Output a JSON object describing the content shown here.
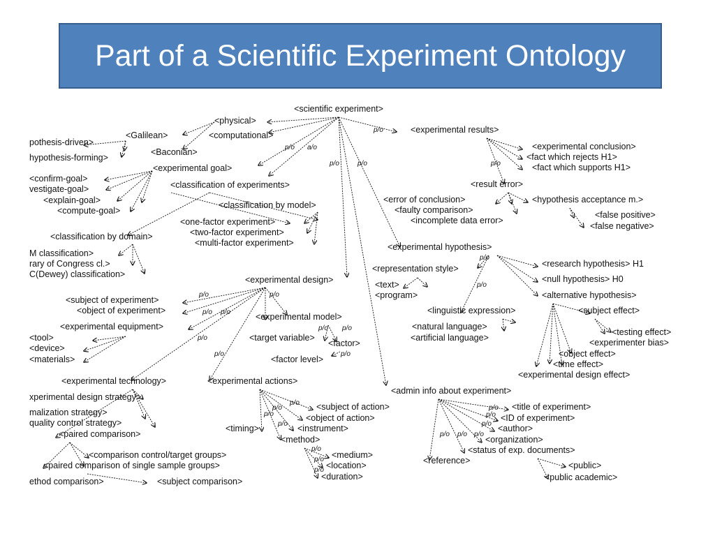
{
  "title": "Part of a Scientific Experiment Ontology",
  "nodes": [
    {
      "id": "root",
      "label": "<scientific experiment>"
    },
    {
      "id": "physical",
      "label": "<physical>"
    },
    {
      "id": "computational",
      "label": "<computational>"
    },
    {
      "id": "galilean",
      "label": "<Galilean>"
    },
    {
      "id": "baconian",
      "label": "<Baconian>"
    },
    {
      "id": "hyp_driven",
      "label": "pothesis-driven>"
    },
    {
      "id": "hyp_forming",
      "label": "hypothesis-forming>"
    },
    {
      "id": "exp_goal",
      "label": "<experimental goal>"
    },
    {
      "id": "confirm",
      "label": "<confirm-goal>"
    },
    {
      "id": "investigate",
      "label": "vestigate-goal>"
    },
    {
      "id": "explain",
      "label": "<explain-goal>"
    },
    {
      "id": "compute",
      "label": "<compute-goal>"
    },
    {
      "id": "classif",
      "label": "<classification of experiments>"
    },
    {
      "id": "by_model",
      "label": "<classification by model>"
    },
    {
      "id": "one_factor",
      "label": "<one-factor experiment>"
    },
    {
      "id": "two_factor",
      "label": "<two-factor experiment>"
    },
    {
      "id": "multi_factor",
      "label": "<multi-factor experiment>"
    },
    {
      "id": "by_domain",
      "label": "<classification by domain>"
    },
    {
      "id": "m_class",
      "label": "M classification>"
    },
    {
      "id": "loc_class",
      "label": "rary of Congress cl.>"
    },
    {
      "id": "dewey",
      "label": "C(Dewey) classification>"
    },
    {
      "id": "exp_results",
      "label": "<experimental results>"
    },
    {
      "id": "exp_conclusion",
      "label": "<experimental conclusion>"
    },
    {
      "id": "rejects",
      "label": "<fact which rejects H1>"
    },
    {
      "id": "supports",
      "label": "<fact which supports H1>"
    },
    {
      "id": "result_error",
      "label": "<result error>"
    },
    {
      "id": "err_conclusion",
      "label": "<error of conclusion>"
    },
    {
      "id": "faulty",
      "label": "<faulty comparison>"
    },
    {
      "id": "incomplete",
      "label": "<incomplete data error>"
    },
    {
      "id": "hyp_accept",
      "label": "<hypothesis acceptance m.>"
    },
    {
      "id": "false_pos",
      "label": "<false positive>"
    },
    {
      "id": "false_neg",
      "label": "<false negative>"
    },
    {
      "id": "exp_hypothesis",
      "label": "<experimental hypothesis>"
    },
    {
      "id": "repr_style",
      "label": "<representation style>"
    },
    {
      "id": "text",
      "label": "<text>"
    },
    {
      "id": "program",
      "label": "<program>"
    },
    {
      "id": "research_hyp",
      "label": "<research hypothesis> H1"
    },
    {
      "id": "null_hyp",
      "label": "<null hypothesis> H0"
    },
    {
      "id": "alt_hyp",
      "label": "<alternative hypothesis>"
    },
    {
      "id": "ling_expr",
      "label": "<linguistic expression>"
    },
    {
      "id": "nat_lang",
      "label": "<natural language>"
    },
    {
      "id": "art_lang",
      "label": "<artificial language>"
    },
    {
      "id": "subject_effect",
      "label": "<subject effect>"
    },
    {
      "id": "testing_effect",
      "label": "<testing effect>"
    },
    {
      "id": "exp_bias",
      "label": "<experimenter bias>"
    },
    {
      "id": "object_effect",
      "label": "<object effect>"
    },
    {
      "id": "time_effect",
      "label": "<time effect>"
    },
    {
      "id": "design_effect",
      "label": "<experimental design effect>"
    },
    {
      "id": "exp_design",
      "label": "<experimental design>"
    },
    {
      "id": "subj_exp",
      "label": "<subject of experiment>"
    },
    {
      "id": "obj_exp",
      "label": "<object of experiment>"
    },
    {
      "id": "exp_equipment",
      "label": "<experimental equipment>"
    },
    {
      "id": "tool",
      "label": "<tool>"
    },
    {
      "id": "device",
      "label": "<device>"
    },
    {
      "id": "materials",
      "label": "<materials>"
    },
    {
      "id": "exp_model",
      "label": "<experimental model>"
    },
    {
      "id": "target_var",
      "label": "<target variable>"
    },
    {
      "id": "factor",
      "label": "<factor>"
    },
    {
      "id": "factor_level",
      "label": "<factor level>"
    },
    {
      "id": "exp_tech",
      "label": "<experimental technology>"
    },
    {
      "id": "exp_actions",
      "label": "<experimental actions>"
    },
    {
      "id": "design_strategy",
      "label": "xperimental design strategy>"
    },
    {
      "id": "normalization",
      "label": "malization strategy>"
    },
    {
      "id": "quality_control",
      "label": "quality control strategy>"
    },
    {
      "id": "paired_comp",
      "label": "<paired comparison>"
    },
    {
      "id": "comp_control",
      "label": "<comparison control/target groups>"
    },
    {
      "id": "paired_single",
      "label": "<paired comparison of single sample groups>"
    },
    {
      "id": "method_comp",
      "label": "ethod comparison>"
    },
    {
      "id": "subject_comp",
      "label": "<subject comparison>"
    },
    {
      "id": "subj_action",
      "label": "<subject of action>"
    },
    {
      "id": "obj_action",
      "label": "<object of  action>"
    },
    {
      "id": "instrument",
      "label": "<instrument>"
    },
    {
      "id": "timing",
      "label": "<timing>"
    },
    {
      "id": "method",
      "label": "<method>"
    },
    {
      "id": "medium",
      "label": "<medium>"
    },
    {
      "id": "location",
      "label": "<location>"
    },
    {
      "id": "duration",
      "label": "<duration>"
    },
    {
      "id": "admin_info",
      "label": "<admin info about experiment>"
    },
    {
      "id": "title_exp",
      "label": "<title of experiment>"
    },
    {
      "id": "id_exp",
      "label": "<ID of experiment>"
    },
    {
      "id": "author",
      "label": "<author>"
    },
    {
      "id": "organization",
      "label": "<organization>"
    },
    {
      "id": "status_docs",
      "label": "<status of exp. documents>"
    },
    {
      "id": "reference",
      "label": "<reference>"
    },
    {
      "id": "public",
      "label": "<public>"
    },
    {
      "id": "public_acad",
      "label": "<public academic>"
    }
  ],
  "edge_labels": [
    "p/o",
    "a/o"
  ]
}
